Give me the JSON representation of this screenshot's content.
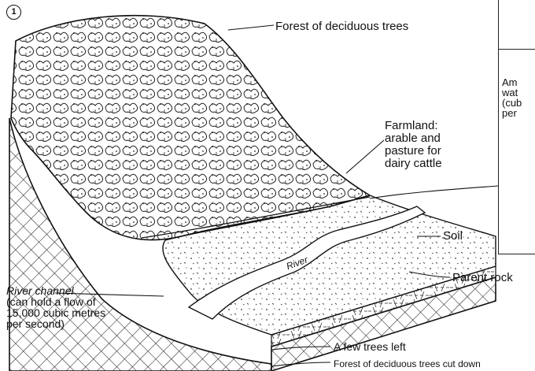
{
  "figure_number": "1",
  "labels": {
    "forest": "Forest of deciduous trees",
    "farmland": [
      "Farmland:",
      "arable and",
      "pasture for",
      "dairy cattle"
    ],
    "soil": "Soil",
    "parent_rock": "Parent rock",
    "river": "River",
    "river_channel": [
      "River channel",
      "(can hold a flow of",
      "15,000 cubic metres",
      "per second)"
    ],
    "few_trees": "A few trees left",
    "bottom_cut": "Forest of deciduous trees cut down"
  },
  "inset": {
    "lines": [
      "Am",
      "wat",
      "(cub",
      "per"
    ]
  },
  "colors": {
    "ink": "#111111",
    "paper": "#ffffff"
  }
}
